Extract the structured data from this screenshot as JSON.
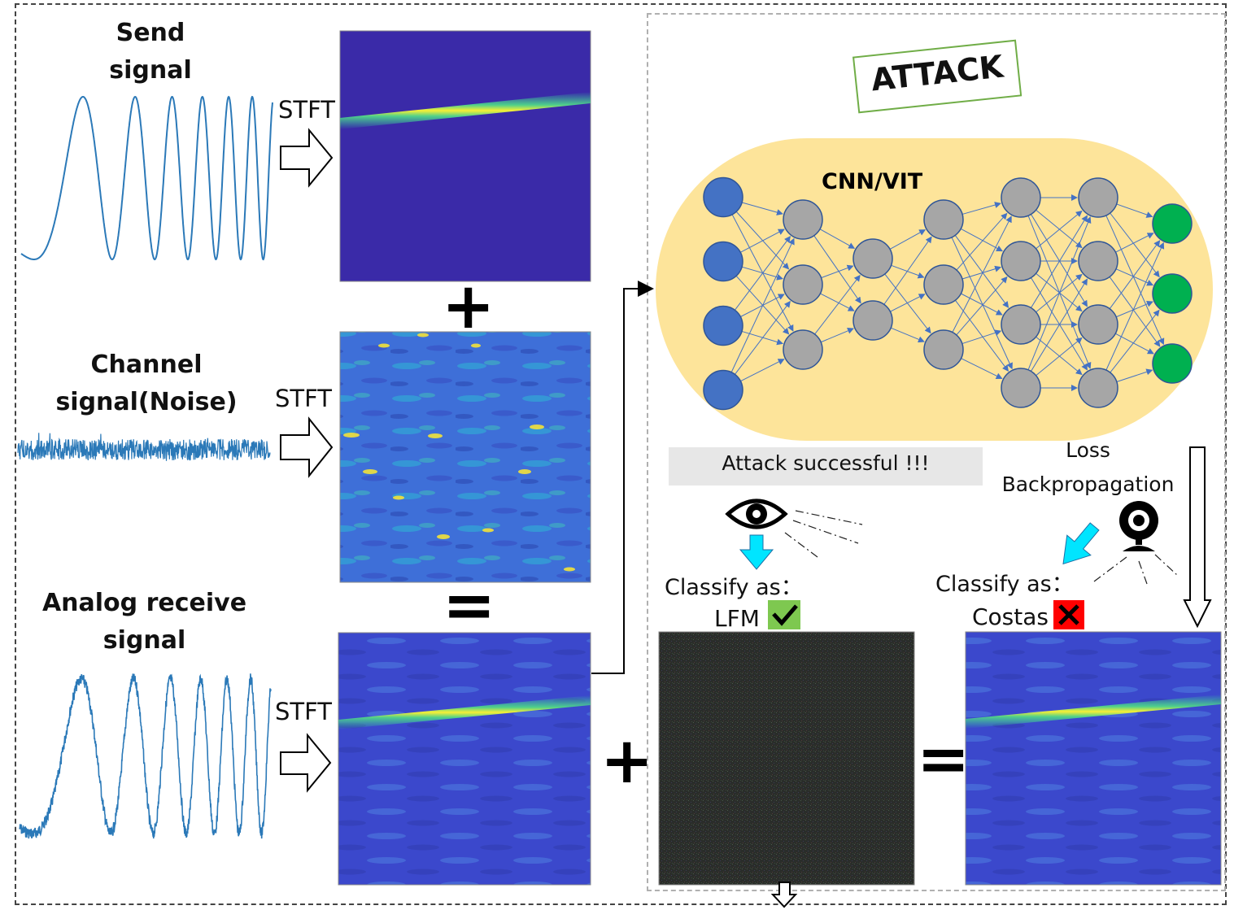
{
  "left_panel": {
    "send_signal_label": "Send\nsignal",
    "channel_signal_label": "Channel\nsignal(Noise)",
    "receive_signal_label": "Analog receive\nsignal",
    "stft_label": "STFT",
    "plus_symbol": "+",
    "equals_symbol": "="
  },
  "attack_panel": {
    "title": "ATTACK",
    "network_label": "CNN/VIT",
    "status_message": "Attack successful !!!",
    "loss_label": "Loss\nBackpropagation",
    "classify_label": "Classify as：",
    "human_prediction": "LFM",
    "model_prediction": "Costas",
    "check_icon": "check-icon",
    "cross_icon": "cross-icon",
    "eye_icon": "eye-icon",
    "camera_icon": "webcam-icon"
  },
  "network": {
    "layers": [
      4,
      3,
      2,
      3,
      4,
      4,
      3
    ],
    "colors": {
      "input": "#4472c4",
      "hidden": "#a6a6a6",
      "output": "#00b050",
      "body": "#fde49a",
      "edge": "#4472c4"
    }
  },
  "colors": {
    "spectrogram_bg": "#3a2aa8",
    "noise_bg": "#3d6ad6",
    "signal_line": "#2b79b8",
    "arrow_cyan": "#00e5ff",
    "title_border": "#70ad47",
    "status_bg": "#e7e7e7",
    "check_bg": "#7ec850",
    "cross_bg": "#ff0000"
  }
}
